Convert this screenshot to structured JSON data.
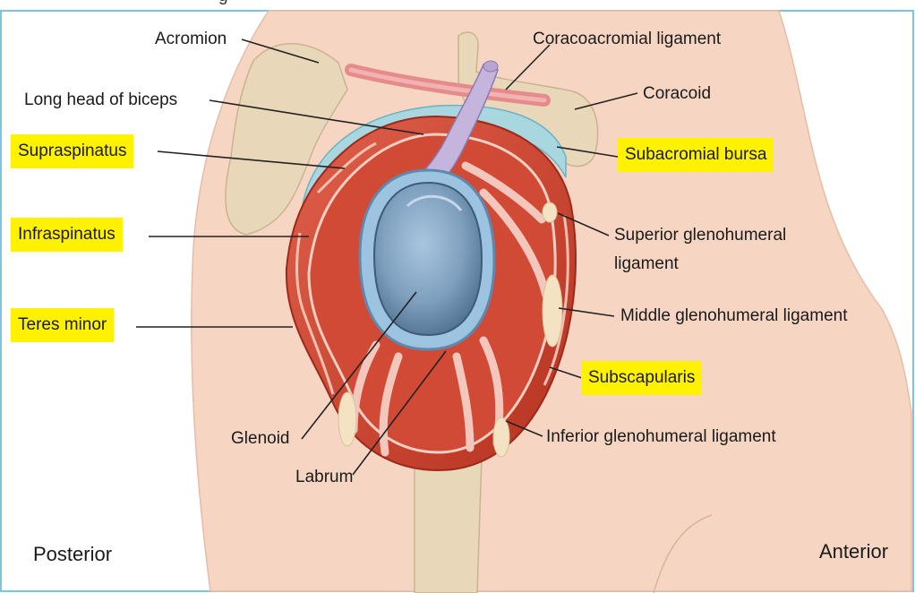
{
  "labels": {
    "acromion": "Acromion",
    "coracoacromial_ligament": "Coracoacromial ligament",
    "coracoid": "Coracoid",
    "long_head_biceps": "Long head of biceps",
    "supraspinatus": "Supraspinatus",
    "subacromial_bursa": "Subacromial bursa",
    "infraspinatus": "Infraspinatus",
    "superior_gh_line1": "Superior glenohumeral",
    "superior_gh_line2": "ligament",
    "teres_minor": "Teres minor",
    "middle_gh": "Middle glenohumeral ligament",
    "subscapularis": "Subscapularis",
    "glenoid": "Glenoid",
    "inferior_gh": "Inferior glenohumeral ligament",
    "labrum": "Labrum",
    "posterior": "Posterior",
    "anterior": "Anterior",
    "cropped_top_text": "g"
  },
  "colors": {
    "highlight": "#fff200",
    "skin": "#f6d6c3",
    "bone": "#e8d7b8",
    "muscle": "#c9412f",
    "bursa": "#a9d7e0",
    "glenoid": "#6d90ad",
    "biceps": "#c5b4dc",
    "border": "#7fc4dd"
  },
  "highlighted_labels": [
    "Supraspinatus",
    "Infraspinatus",
    "Teres minor",
    "Subscapularis",
    "Subacromial bursa"
  ]
}
